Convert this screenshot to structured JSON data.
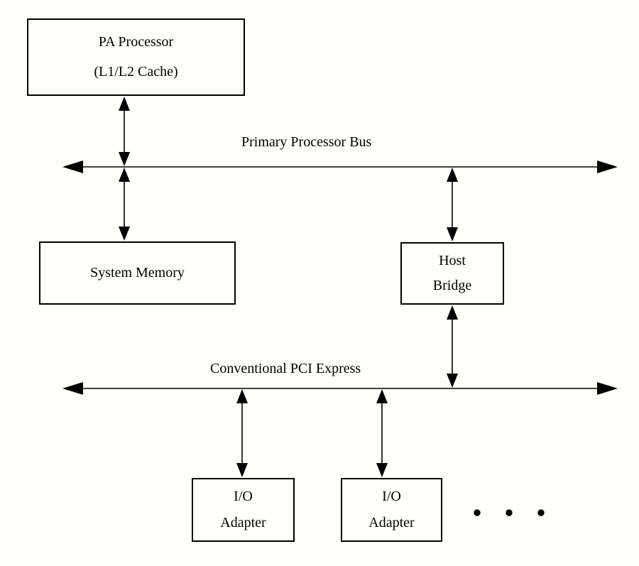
{
  "colors": {
    "background": "#fffffb",
    "line": "#000000",
    "text": "#000000"
  },
  "nodes": {
    "pa_processor": {
      "lines": [
        "PA Processor",
        "(L1/L2 Cache)"
      ]
    },
    "system_memory": {
      "lines": [
        "System Memory"
      ]
    },
    "host_bridge": {
      "lines": [
        "Host",
        "Bridge"
      ]
    },
    "io_adapter_1": {
      "lines": [
        "I/O",
        "Adapter"
      ]
    },
    "io_adapter_2": {
      "lines": [
        "I/O",
        "Adapter"
      ]
    }
  },
  "buses": {
    "primary_processor_bus": {
      "label": "Primary Processor Bus"
    },
    "conventional_pci_express": {
      "label": "Conventional PCI Express"
    }
  },
  "ellipsis": {
    "dot_count": 3
  }
}
